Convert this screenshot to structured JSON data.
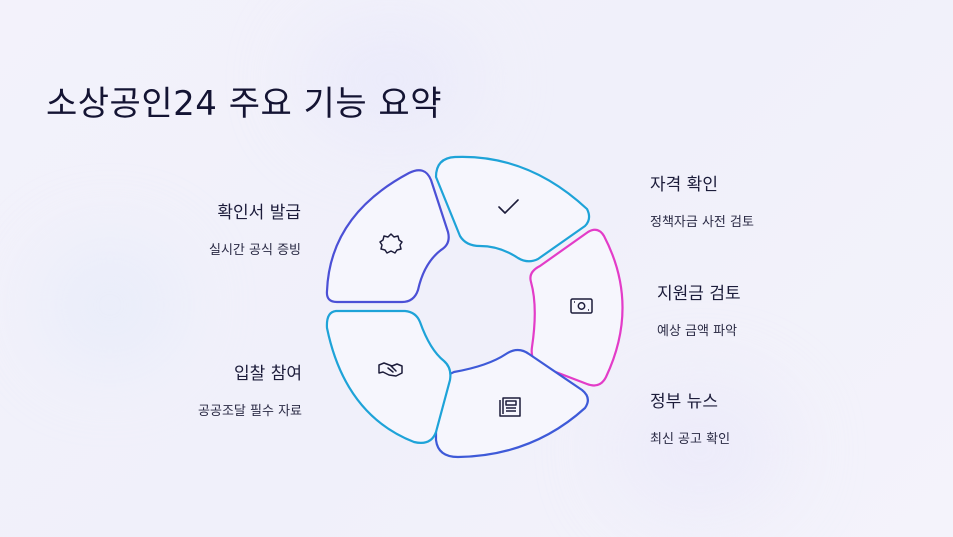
{
  "title": "소상공인24 주요 기능 요약",
  "features": [
    {
      "title": "자격 확인",
      "desc": "정책자금 사전 검토",
      "icon": "check-icon",
      "color": "#1ea3d8"
    },
    {
      "title": "지원금 검토",
      "desc": "예상 금액 파악",
      "icon": "money-icon",
      "color": "#e33cc8"
    },
    {
      "title": "정부 뉴스",
      "desc": "최신 공고 확인",
      "icon": "newspaper-icon",
      "color": "#3e5ad8"
    },
    {
      "title": "입찰 참여",
      "desc": "공공조달 필수 자료",
      "icon": "handshake-icon",
      "color": "#1ea3d8"
    },
    {
      "title": "확인서 발급",
      "desc": "실시간 공식 증빙",
      "icon": "badge-icon",
      "color": "#4b50d6"
    }
  ]
}
